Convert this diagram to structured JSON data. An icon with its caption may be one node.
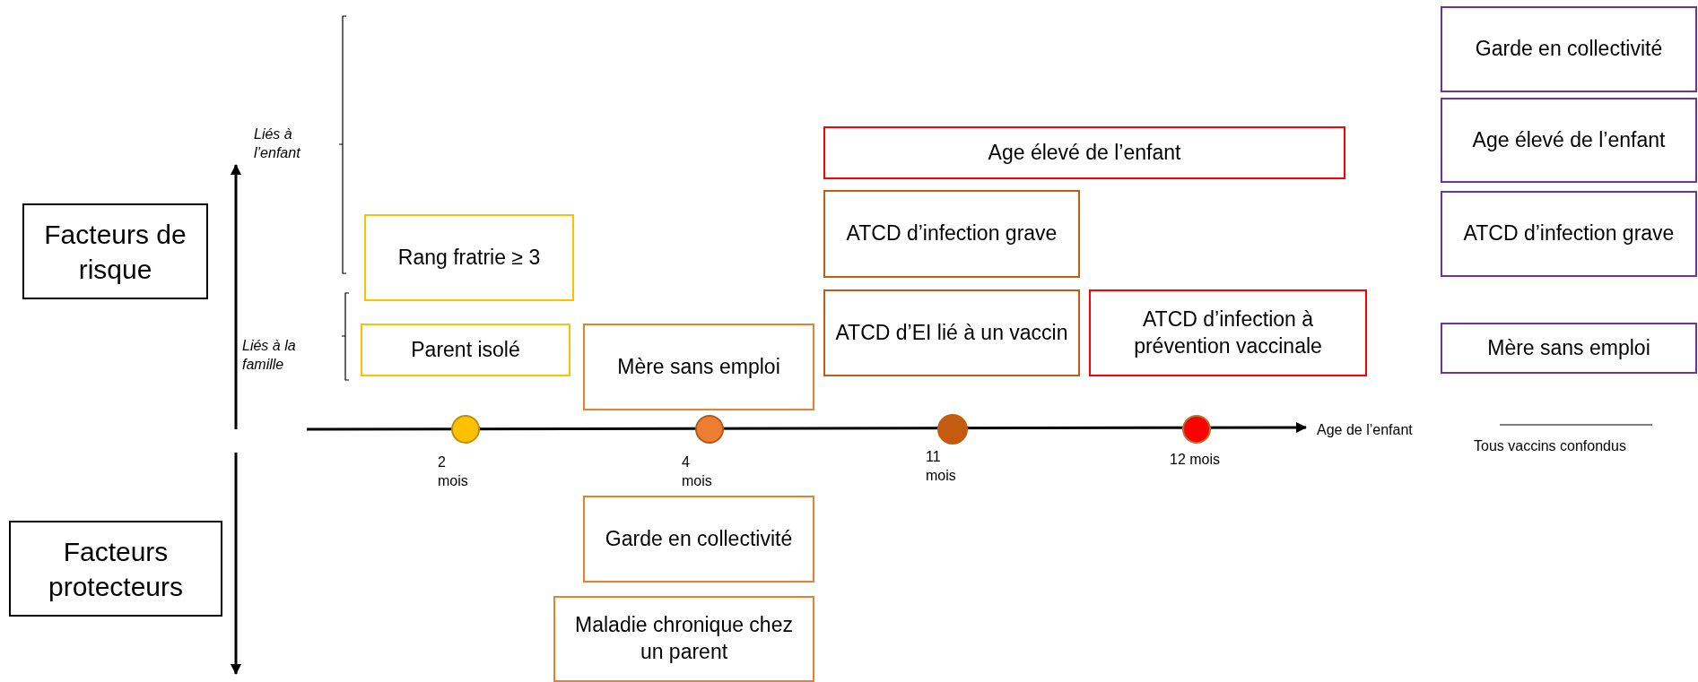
{
  "diagram": {
    "nodes": [
      {
        "text": [
          "Facteurs de risque"
        ]
      },
      {
        "text": [
          "Facteurs protecteurs"
        ]
      },
      {
        "text": [
          "Rang fratrie ≥ 3"
        ]
      },
      {
        "text": [
          "Parent isolé"
        ]
      },
      {
        "text": [
          "Mère sans emploi"
        ]
      },
      {
        "text": [
          "Garde en collectivité"
        ]
      },
      {
        "text": [
          "Maladie chronique chez un parent"
        ]
      },
      {
        "text": [
          "Age élevé de l’enfant"
        ]
      },
      {
        "text": [
          "ATCD d’infection grave"
        ]
      },
      {
        "text": [
          "ATCD d’EI lié à un vaccin"
        ]
      },
      {
        "text": [
          "ATCD d’infection à prévention vaccinale"
        ]
      },
      {
        "text": [
          "Garde en collectivité"
        ]
      },
      {
        "text": [
          "Age élevé de l’enfant"
        ]
      },
      {
        "text": [
          "ATCD d’infection grave"
        ]
      },
      {
        "text": [
          "Mère sans emploi"
        ]
      },
      {
        "text": [],
        "shape": "circle",
        "beside": [
          "2 mois"
        ]
      },
      {
        "text": [],
        "shape": "circle",
        "beside": [
          "4 mois"
        ]
      },
      {
        "text": [],
        "shape": "circle",
        "beside": [
          "11 mois"
        ]
      },
      {
        "text": [],
        "shape": "circle",
        "beside": [
          "12 mois"
        ]
      }
    ],
    "labels": [
      "Liés à l’enfant",
      "Liés à la famille",
      "Age de l’enfant"
    ],
    "legend": [
      {
        "text": "Tous vaccins confondus"
      }
    ]
  }
}
